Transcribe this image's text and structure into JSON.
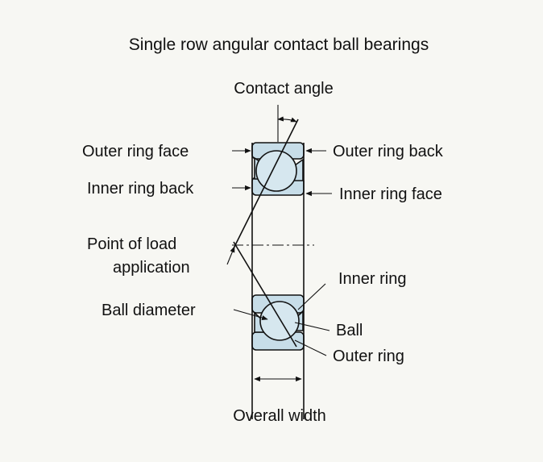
{
  "title": "Single row angular contact ball bearings",
  "labels": {
    "contact_angle": "Contact angle",
    "outer_ring_face": "Outer ring face",
    "outer_ring_back": "Outer ring back",
    "inner_ring_back": "Inner ring back",
    "inner_ring_face": "Inner ring face",
    "point_of_load_1": "Point of load",
    "point_of_load_2": "application",
    "inner_ring": "Inner ring",
    "ball_diameter": "Ball diameter",
    "ball": "Ball",
    "outer_ring": "Outer ring",
    "overall_width": "Overall width"
  },
  "colors": {
    "ring_fill": "#c7dde8",
    "ball_fill": "#d6e7ef",
    "ink": "#111111",
    "background": "#f7f7f3"
  }
}
